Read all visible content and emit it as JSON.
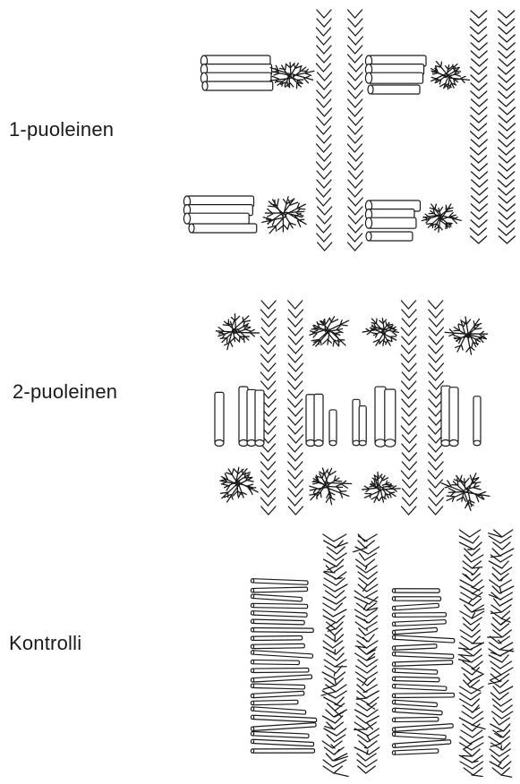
{
  "labels": {
    "one_sided": "1-puoleinen",
    "two_sided": "2-puoleinen",
    "control": "Kontrolli"
  },
  "colors": {
    "ink": "#1a1a1a",
    "background": "#ffffff"
  }
}
